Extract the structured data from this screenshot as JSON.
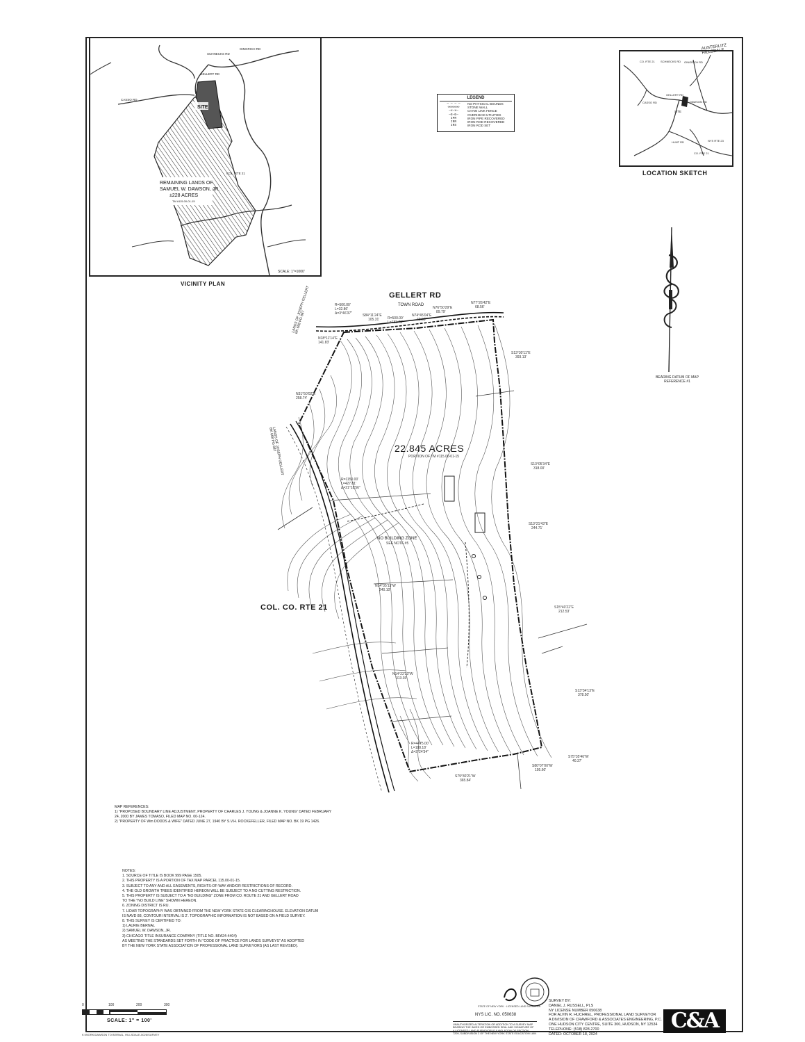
{
  "sheet": {
    "site_title": "GELLERT RD",
    "site_subtitle": "TOWN ROAD",
    "acreage": "22.845 ACRES",
    "tax_parcel": "PORTION OF TM #115.00-01-15",
    "route_label": "COL. CO. RTE 21",
    "no_build_zone": "NO BUILDING ZONE",
    "no_build_note": "SEE NOTE #5",
    "adjoiner_north": "LANDS OF JOSEPH GELLERT",
    "adjoiner_north_ref": "BK 668 PG 887",
    "adjoiner_south": "LANDS OF JOSEPH GELLERT",
    "adjoiner_south_ref": "BK 668 PG 887",
    "bearing_datum": "BEARING DATUM OF MAP REFERENCE #1"
  },
  "vicinity_plan": {
    "title": "VICINITY PLAN",
    "scale": "SCALE: 1\"=1000'",
    "site_label": "SITE",
    "remaining_lands": [
      "REMAINING LANDS OF",
      "SAMUEL W. DAWSON, JR.",
      "±228 ACRES",
      "TM #115.00-01-15"
    ],
    "roads": [
      "SCHNECKS RD",
      "GINGRICH RD",
      "GELLERT RD",
      "CASSO RD",
      "COL. RTE 21"
    ]
  },
  "location_sketch": {
    "title": "LOCATION SKETCH",
    "roads": [
      "CO. RTE 21",
      "SCHNECKS RD",
      "GINGRICH RD",
      "GELLERT RD",
      "CASSO RD",
      "DAWSON RD",
      "HUNT RD",
      "NYS RTE 23",
      "CO. RTE 21"
    ],
    "town_label": "AUSTERLITZ HILLSDALE",
    "site_label": "SITE"
  },
  "legend": {
    "title": "LEGEND",
    "items": [
      {
        "symbol": "— — — —",
        "label": "NO PHYSICAL BOUNDS"
      },
      {
        "symbol": "∞∞∞∞∞∞",
        "label": "STONE WALL"
      },
      {
        "symbol": "—x—x—",
        "label": "CHAIN LINK FENCE"
      },
      {
        "symbol": "—E—E—",
        "label": "OVERHEAD UTILITIES"
      },
      {
        "symbol": "IPR",
        "label": "IRON PIPE RECOVERED"
      },
      {
        "symbol": "IRR",
        "label": "IRON ROD RECOVERED"
      },
      {
        "symbol": "IRS",
        "label": "IRON ROD SET"
      }
    ]
  },
  "courses": [
    {
      "text": "R=500.00'"
    },
    {
      "text": "L=32.86'"
    },
    {
      "text": "Δ=3°46'37\""
    },
    {
      "text": "S84°11'24\"E"
    },
    {
      "text": "105.31'"
    },
    {
      "text": "R=500.00'"
    },
    {
      "text": "L=183.75'"
    },
    {
      "text": "N74°45'04\"E"
    },
    {
      "text": "40.53'"
    },
    {
      "text": "N76°50'29\"E"
    },
    {
      "text": "89.79'"
    },
    {
      "text": "N77°26'42\"E"
    },
    {
      "text": "68.56'"
    },
    {
      "text": "N18°11'14\"E"
    },
    {
      "text": "141.83'"
    },
    {
      "text": "S13°30'11\"E"
    },
    {
      "text": "393.13'"
    },
    {
      "text": "N31°50'02\"E"
    },
    {
      "text": "258.74'"
    },
    {
      "text": "S13°05'34\"E"
    },
    {
      "text": "318.00'"
    },
    {
      "text": "R=1150.00'"
    },
    {
      "text": "L=427.81'"
    },
    {
      "text": "Δ=21°18'56\""
    },
    {
      "text": "S13°21'43\"E"
    },
    {
      "text": "244.71'"
    },
    {
      "text": "N14°35'13\"W"
    },
    {
      "text": "240.10'"
    },
    {
      "text": "S15°40'22\"E"
    },
    {
      "text": "212.53'"
    },
    {
      "text": "N14°22'33\"W"
    },
    {
      "text": "313.03'"
    },
    {
      "text": "S13°34'13\"E"
    },
    {
      "text": "378.50'"
    },
    {
      "text": "R=4475.00'"
    },
    {
      "text": "L=188.18'"
    },
    {
      "text": "Δ=2°24'34\""
    },
    {
      "text": "S75°35'46\"W"
    },
    {
      "text": "40.37'"
    },
    {
      "text": "S80°07'00\"W"
    },
    {
      "text": "195.60'"
    },
    {
      "text": "S79°30'21\"W"
    },
    {
      "text": "365.84'"
    }
  ],
  "map_references": {
    "title": "MAP REFERENCES:",
    "items": [
      "1) \"PROPOSED BOUNDARY LINE ADJUSTMENT, PROPERTY OF CHARLES J. YOUNG & JOANNE K. YOUNG\" DATED FEBRUARY",
      "    24, 2000 BY JAMES TOMASO, FILED MAP NO. 00-124.",
      "2) \"PROPERTY OF Wm DODDS & WIFE\" DATED JUNE 27, 1940 BY S.V.H. ROCKEFELLER, FILED MAP NO. BK 19 PG 1426."
    ]
  },
  "notes": {
    "title": "NOTES:",
    "items": [
      "1. SOURCE OF TITLE IS BOOK 999 PAGE 1505.",
      "2. THIS PROPERTY IS A PORTION OF TAX MAP PARCEL 115.00-01-15.",
      "3. SUBJECT TO ANY AND ALL EASEMENTS, RIGHTS-OF-WAY AND/OR RESTRICTIONS OF RECORD.",
      "4. THE OLD GROWTH TREES IDENTIFIED HEREON WILL BE SUBJECT TO A NO CUTTING RESTRICTION.",
      "5. THIS PROPERTY IS SUBJECT TO A \"NO BUILDING\" ZONE FROM CO. ROUTE 21 AND GELLERT ROAD",
      "    TO THE \"NO BUILD LINE\" SHOWN HEREON.",
      "6. ZONING DISTRICT IS RU.",
      "7. LIDAR TOPOGRAPHY WAS OBTAINED FROM THE NEW YORK STATE GIS CLEARINGHOUSE. ELEVATION DATUM",
      "    IS NAVD 88, CONTOUR INTERVAL IS 2'. TOPOGRAPHIC INFORMATION IS NOT BASED ON A FIELD SURVEY.",
      "8. THIS SURVEY IS CERTIFIED TO:",
      "    1) LAURIE BERNAL",
      "    2) SAMUEL W. DAWSON, JR.",
      "    3) CHICAGO TITLE INSURANCE COMPANY (TITLE NO. BFA24-4404)",
      "    AS MEETING THE STANDARDS SET FORTH IN \"CODE OF PRACTICE FOR LANDS SURVEYS\" AS ADOPTED",
      "    BY THE NEW YORK STATE ASSOCIATION OF PROFESSIONAL LAND SURVEYORS (AS LAST REVISED)."
    ]
  },
  "scale_bar": {
    "ticks": [
      "0",
      "100",
      "200",
      "300"
    ],
    "label": "SCALE: 1\" = 100'"
  },
  "seal": {
    "lic_no": "NYS LIC. NO. 050638",
    "ring_text": "STATE OF NEW YORK · LICENSED LAND SURVEYOR",
    "disclaimer": [
      "UNAUTHORIZED ALTERATION OR ADDITION TO A SURVEY MAP",
      "BEARING THE INKED OR EMBOSSED SEAL AND SIGNATURE OF",
      "A LICENSED LAND SURVEYOR IS A VIOLATION OF SECTION",
      "7209, SUBDIVISION 2 OF THE NEW YORK STATE EDUCATION LAW."
    ]
  },
  "surveyor": {
    "lines": [
      "SURVEY BY:",
      "DANIEL J. RUSSELL, PLS",
      "NY LICENSE NUMBER 050638",
      "FOR ALVIN R. HUCHREL, PROFESSIONAL LAND SURVEYOR",
      "A DIVISION OF CRAWFORD & ASSOCIATES ENGINEERING, P.C.",
      "ONE HUDSON CITY CENTRE, SUITE 300, HUDSON, NY 12534",
      "TELEPHONE: (518) 828-2700",
      "DATED: OCTOBER 18, 2024"
    ]
  },
  "logo": {
    "text": "C&A"
  },
  "footer": {
    "path": "K:\\WORK\\DAWSON TO BERNAL, HILLSDALE-5026\\SURVEY"
  }
}
